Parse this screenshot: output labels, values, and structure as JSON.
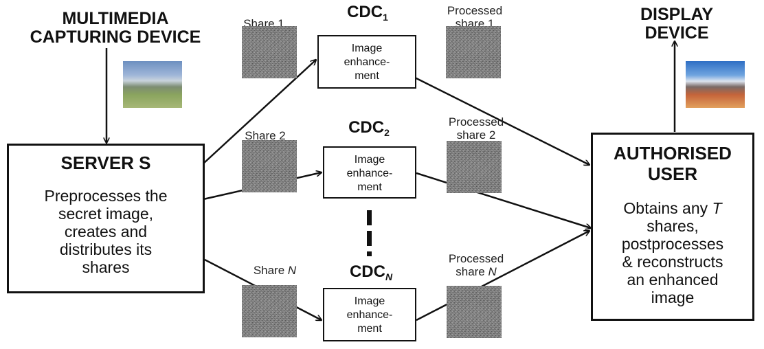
{
  "capture_label": "MULTIMEDIA\nCAPTURING DEVICE",
  "display_label": "DISPLAY\nDEVICE",
  "server": {
    "title": "SERVER S",
    "body": "Preprocesses the\nsecret image,\ncreates and\ndistributes its\nshares"
  },
  "user": {
    "title": "AUTHORISED\nUSER",
    "body_prefix": "Obtains any ",
    "body_var": "T",
    "body_suffix": "\nshares,\npostprocesses\n& reconstructs\nan enhanced\nimage"
  },
  "cdcs": [
    {
      "name": "CDC",
      "sub": "1",
      "share": "Share 1",
      "processed": "Processed\nshare 1",
      "box_text": "Image\nenhance-\nment"
    },
    {
      "name": "CDC",
      "sub": "2",
      "share": "Share 2",
      "processed": "Processed\nshare 2",
      "box_text": "Image\nenhance-\nment"
    },
    {
      "name": "CDC",
      "sub": "N",
      "share_prefix": "Share ",
      "share_var": "N",
      "processed_prefix": "Processed\nshare ",
      "processed_var": "N",
      "box_text": "Image\nenhance-\nment"
    }
  ],
  "dots": "⋮"
}
